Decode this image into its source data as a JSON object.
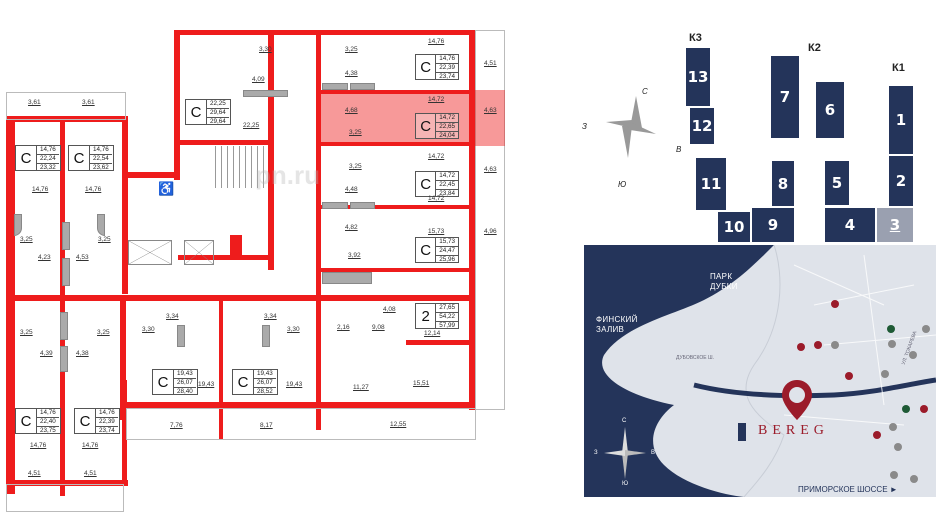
{
  "floor_plan": {
    "highlight_color": "#ee1c1c",
    "apartments": [
      {
        "id": "apt-top-left-1",
        "type": "С",
        "living": "14,76",
        "total": "22,24",
        "total_with_balcony": "23,32",
        "room": "14,76",
        "bath": "3,25",
        "hall": "4,23",
        "balcony": "3,61"
      },
      {
        "id": "apt-top-left-2",
        "type": "С",
        "living": "14,76",
        "total": "22,54",
        "total_with_balcony": "23,62",
        "room": "14,76",
        "bath": "3,25",
        "hall": "4,53",
        "balcony": "3,61"
      },
      {
        "id": "apt-top-center",
        "type": "С",
        "living": "22,25",
        "total": "29,64",
        "total_with_balcony": "29,64",
        "room": "22,25",
        "bath": "3,30",
        "hall": "4,09"
      },
      {
        "id": "apt-right-1",
        "type": "С",
        "living": "14,76",
        "total": "22,39",
        "total_with_balcony": "23,74",
        "room": "14,76",
        "bath": "3,25",
        "hall": "4,38",
        "balcony": "4,51"
      },
      {
        "id": "apt-right-2-selected",
        "type": "С",
        "living": "14,72",
        "total": "22,65",
        "total_with_balcony": "24,04",
        "room": "14,72",
        "bath": "3,25",
        "hall": "4,68",
        "balcony": "4,63",
        "selected": true
      },
      {
        "id": "apt-right-3",
        "type": "С",
        "living": "14,72",
        "total": "22,45",
        "total_with_balcony": "23,84",
        "room": "14,72",
        "bath": "3,25",
        "hall": "4,48",
        "balcony": "4,63"
      },
      {
        "id": "apt-right-4",
        "type": "С",
        "living": "15,73",
        "total": "24,47",
        "total_with_balcony": "25,96",
        "room": "15,73",
        "bath": "3,92",
        "hall": "4,82",
        "balcony": "4,96"
      },
      {
        "id": "apt-right-5",
        "type": "2",
        "living": "27,65",
        "total": "54,22",
        "total_with_balcony": "57,99",
        "room": "12,14",
        "bath": "4,08",
        "bath2": "2,16",
        "hall": "9,08",
        "room2": "15,51",
        "kitchen": "11,27",
        "balcony": "12,55"
      },
      {
        "id": "apt-bottom-left-1",
        "type": "С",
        "living": "14,76",
        "total": "22,40",
        "total_with_balcony": "23,75",
        "room": "14,76",
        "bath": "3,25",
        "hall": "4,39",
        "balcony": "4,51"
      },
      {
        "id": "apt-bottom-left-2",
        "type": "С",
        "living": "14,76",
        "total": "22,39",
        "total_with_balcony": "23,74",
        "room": "14,76",
        "bath": "3,25",
        "hall": "4,38",
        "balcony": "4,51"
      },
      {
        "id": "apt-bottom-center-1",
        "type": "С",
        "living": "19,43",
        "total": "26,07",
        "total_with_balcony": "28,40",
        "room": "19,43",
        "bath": "3,30",
        "hall": "3,34",
        "balcony": "7,76"
      },
      {
        "id": "apt-bottom-center-2",
        "type": "С",
        "living": "19,43",
        "total": "26,07",
        "total_with_balcony": "28,52",
        "room": "19,43",
        "bath": "3,30",
        "hall": "3,34",
        "balcony": "8,17"
      }
    ],
    "watermark": "pn.ru"
  },
  "site_plan": {
    "compass": {
      "n": "С",
      "s": "Ю",
      "w": "З",
      "e": "В"
    },
    "groups": [
      {
        "label": "К3"
      },
      {
        "label": "К2"
      },
      {
        "label": "К1"
      }
    ],
    "buildings": [
      "1",
      "2",
      "3",
      "4",
      "5",
      "6",
      "7",
      "8",
      "9",
      "10",
      "11",
      "12",
      "13"
    ],
    "selected_building": "3",
    "building_color": "#24345a",
    "selected_color": "#9aa0b0"
  },
  "location_map": {
    "labels": {
      "park": "ПАРК\nДУБКИ",
      "park_line1": "ПАРК",
      "park_line2": "ДУБКИ",
      "gulf_line1": "ФИНСКИЙ",
      "gulf_line2": "ЗАЛИВ",
      "road1": "ДУБОВСКОЕ Ш.",
      "road2": "УЛ. ТОКАРЕВА",
      "highway": "ПРИМОРСКОЕ ШОССЕ ►",
      "brand": "BEREG"
    },
    "compass": {
      "n": "С",
      "s": "Ю",
      "w": "З",
      "e": "В"
    },
    "colors": {
      "sea": "#24345a",
      "land": "#dfe3ea",
      "pin": "#9b1b2a"
    }
  }
}
